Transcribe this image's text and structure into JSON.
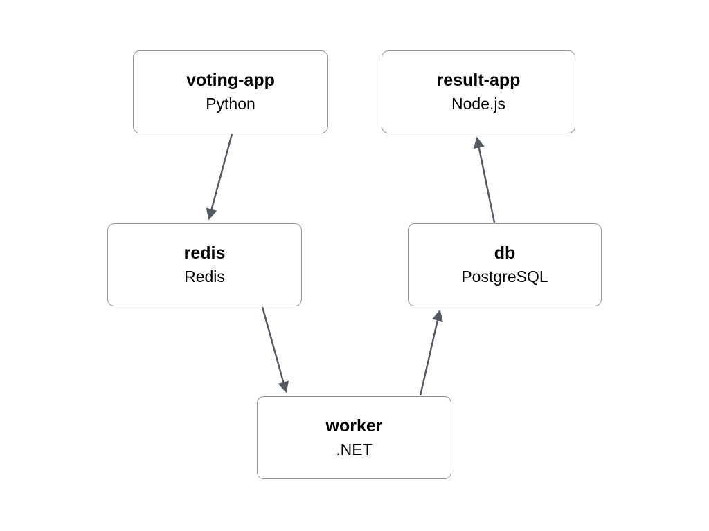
{
  "diagram": {
    "nodes": [
      {
        "id": "voting-app",
        "title": "voting-app",
        "subtitle": "Python"
      },
      {
        "id": "result-app",
        "title": "result-app",
        "subtitle": "Node.js"
      },
      {
        "id": "redis",
        "title": "redis",
        "subtitle": "Redis"
      },
      {
        "id": "db",
        "title": "db",
        "subtitle": "PostgreSQL"
      },
      {
        "id": "worker",
        "title": "worker",
        "subtitle": ".NET"
      }
    ],
    "edges": [
      {
        "from": "voting-app",
        "to": "redis"
      },
      {
        "from": "redis",
        "to": "worker"
      },
      {
        "from": "worker",
        "to": "db"
      },
      {
        "from": "db",
        "to": "result-app"
      }
    ],
    "colors": {
      "background": "#ffffff",
      "border": "#94989e",
      "arrow": "#565b62",
      "text": "#000000"
    }
  }
}
